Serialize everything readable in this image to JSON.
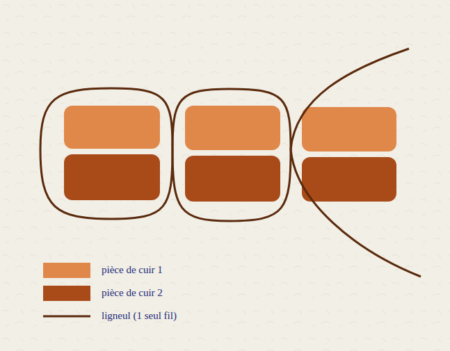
{
  "diagram": {
    "legend": [
      {
        "text": "pièce de cuir 1",
        "color": "#e0884a"
      },
      {
        "text": "pièce de cuir 2",
        "color": "#a84b19"
      },
      {
        "text": "ligneul (1 seul fil)"
      }
    ]
  }
}
